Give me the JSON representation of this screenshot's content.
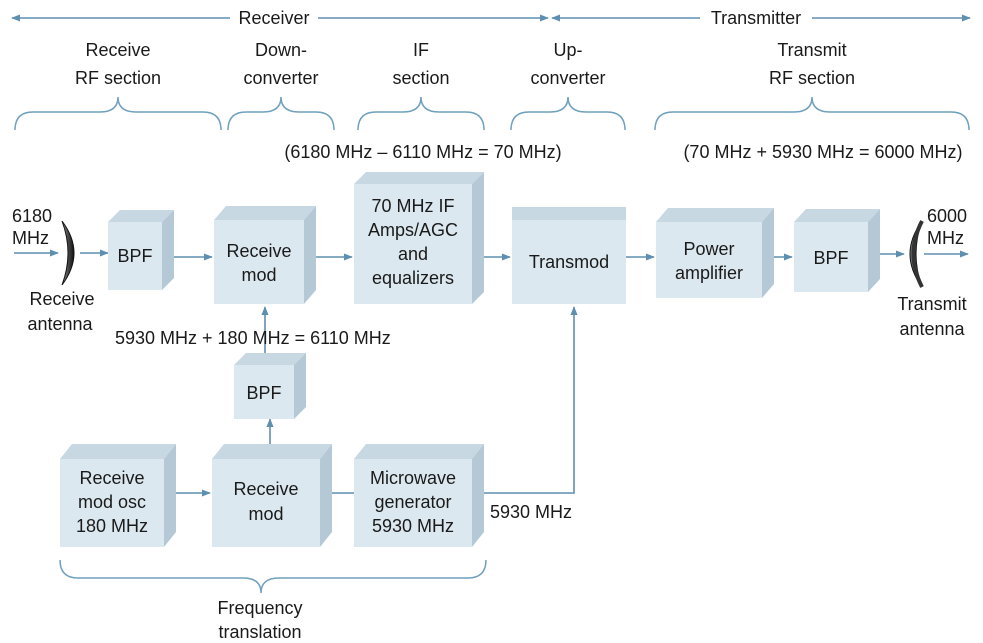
{
  "colors": {
    "line": "#5e8fb0",
    "box_front": "#dce8ef",
    "box_top": "#c7d8e2",
    "box_side": "#b4c9d5",
    "brace": "#6fa0bd"
  },
  "spans": {
    "receiver": "Receiver",
    "transmitter": "Transmitter"
  },
  "sections": {
    "receive_rf": [
      "Receive",
      "RF section"
    ],
    "down_converter": [
      "Down-",
      "converter"
    ],
    "if_section": [
      "IF",
      "section"
    ],
    "up_converter": [
      "Up-",
      "converter"
    ],
    "transmit_rf": [
      "Transmit",
      "RF section"
    ],
    "frequency_translation": [
      "Frequency",
      "translation"
    ]
  },
  "equations": {
    "if_calc": "(6180 MHz – 6110 MHz = 70 MHz)",
    "tx_calc": "(70 MHz + 5930 MHz = 6000 MHz)",
    "lo_calc": "5930 MHz + 180 MHz = 6110 MHz"
  },
  "freq_labels": {
    "in": [
      "6180",
      "MHz"
    ],
    "out": [
      "6000",
      "MHz"
    ],
    "mw": "5930 MHz"
  },
  "antennas": {
    "receive": [
      "Receive",
      "antenna"
    ],
    "transmit": [
      "Transmit",
      "antenna"
    ]
  },
  "blocks": {
    "bpf_rx": [
      "BPF"
    ],
    "receive_mod": [
      "Receive",
      "mod"
    ],
    "if_amp": [
      "70 MHz IF",
      "Amps/AGC",
      "and",
      "equalizers"
    ],
    "transmod": [
      "Transmod"
    ],
    "power_amp": [
      "Power",
      "amplifier"
    ],
    "bpf_tx": [
      "BPF"
    ],
    "bpf_lo": [
      "BPF"
    ],
    "osc": [
      "Receive",
      "mod osc",
      "180 MHz"
    ],
    "receive_mod_2": [
      "Receive",
      "mod"
    ],
    "mw_gen": [
      "Microwave",
      "generator",
      "5930 MHz"
    ]
  }
}
